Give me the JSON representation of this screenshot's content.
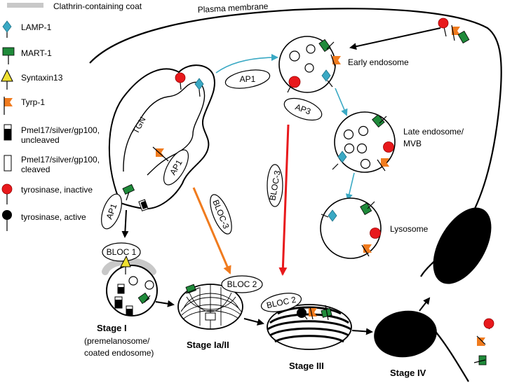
{
  "legend": {
    "clathrin": "Clathrin-containing coat",
    "lamp1": "LAMP-1",
    "mart1": "MART-1",
    "syntaxin13": "Syntaxin13",
    "tyrp1": "Tyrp-1",
    "pmel_uncleaved_1": "Pmel17/silver/gp100,",
    "pmel_uncleaved_2": "uncleaved",
    "pmel_cleaved_1": "Pmel17/silver/gp100,",
    "pmel_cleaved_2": "cleaved",
    "tyr_inactive": "tyrosinase, inactive",
    "tyr_active": "tyrosinase, active"
  },
  "labels": {
    "plasma_membrane": "Plasma membrane",
    "tgn": "TGN",
    "early_endosome": "Early endosome",
    "late_endosome_1": "Late endosome/",
    "late_endosome_2": "MVB",
    "lysosome": "Lysosome"
  },
  "complexes": {
    "ap1_top": "AP1",
    "ap3": "AP3",
    "ap1_tgn": "AP1",
    "ap1_left": "AP1",
    "bloc1": "BLOC 1",
    "bloc3_mid": "BLOC-3",
    "bloc3_right": "BLOC-3",
    "bloc2_a": "BLOC 2",
    "bloc2_b": "BLOC 2"
  },
  "stages": {
    "stage1": "Stage I",
    "stage1_sub1": "(premelanosome/",
    "stage1_sub2": "coated endosome)",
    "stage1a2": "Stage Ia/II",
    "stage3": "Stage III",
    "stage4": "Stage IV"
  },
  "colors": {
    "lamp1": "#3aa9c4",
    "mart1": "#1f8a3a",
    "syntaxin": "#f0e030",
    "tyrp1": "#f07b1e",
    "tyr_inactive": "#e8191c",
    "arrow_blue": "#3aa9c4",
    "arrow_orange": "#f07b1e",
    "arrow_red": "#e8191c",
    "clathrin": "#c8c8c8"
  }
}
